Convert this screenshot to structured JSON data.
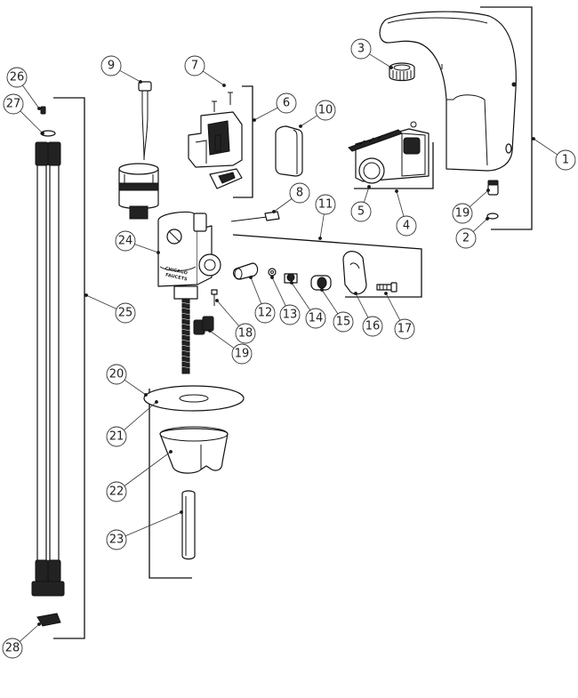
{
  "brand_marking": [
    "CHICAGO",
    "FAUCETS"
  ],
  "callouts": [
    {
      "id": "callout-1",
      "label": "1"
    },
    {
      "id": "callout-2",
      "label": "2"
    },
    {
      "id": "callout-3",
      "label": "3"
    },
    {
      "id": "callout-4",
      "label": "4"
    },
    {
      "id": "callout-5",
      "label": "5"
    },
    {
      "id": "callout-6",
      "label": "6"
    },
    {
      "id": "callout-7",
      "label": "7"
    },
    {
      "id": "callout-8",
      "label": "8"
    },
    {
      "id": "callout-9",
      "label": "9"
    },
    {
      "id": "callout-10",
      "label": "10"
    },
    {
      "id": "callout-11",
      "label": "11"
    },
    {
      "id": "callout-12",
      "label": "12"
    },
    {
      "id": "callout-13",
      "label": "13"
    },
    {
      "id": "callout-14",
      "label": "14"
    },
    {
      "id": "callout-15",
      "label": "15"
    },
    {
      "id": "callout-16",
      "label": "16"
    },
    {
      "id": "callout-17",
      "label": "17"
    },
    {
      "id": "callout-18",
      "label": "18"
    },
    {
      "id": "callout-19a",
      "label": "19"
    },
    {
      "id": "callout-19b",
      "label": "19"
    },
    {
      "id": "callout-20",
      "label": "20"
    },
    {
      "id": "callout-21",
      "label": "21"
    },
    {
      "id": "callout-22",
      "label": "22"
    },
    {
      "id": "callout-23",
      "label": "23"
    },
    {
      "id": "callout-24",
      "label": "24"
    },
    {
      "id": "callout-25",
      "label": "25"
    },
    {
      "id": "callout-26",
      "label": "26"
    },
    {
      "id": "callout-27",
      "label": "27"
    },
    {
      "id": "callout-28",
      "label": "28"
    }
  ]
}
